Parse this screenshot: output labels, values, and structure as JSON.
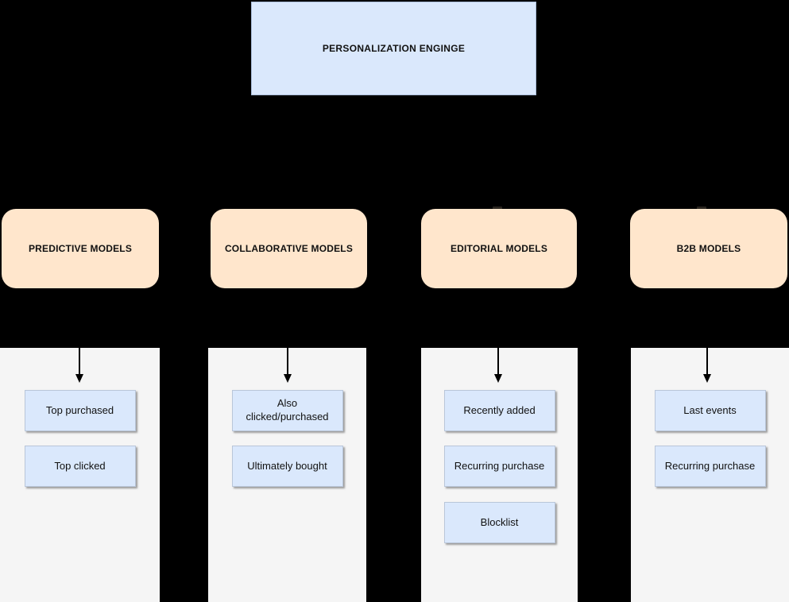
{
  "diagram": {
    "root": {
      "label": "PERSONALIZATION ENGINGE"
    },
    "columns": [
      {
        "title": "PREDICTIVE MODELS",
        "items": [
          "Top purchased",
          "Top clicked"
        ]
      },
      {
        "title": "COLLABORATIVE MODELS",
        "items": [
          "Also clicked/purchased",
          "Ultimately bought"
        ]
      },
      {
        "title": "EDITORIAL MODELS",
        "items": [
          "Recently added",
          "Recurring purchase",
          "Blocklist"
        ]
      },
      {
        "title": "B2B MODELS",
        "items": [
          "Last events",
          "Recurring purchase"
        ]
      }
    ],
    "colors": {
      "background": "#000000",
      "root_fill": "#dae8fc",
      "root_border": "#a9bdd9",
      "category_fill": "#ffe6cc",
      "item_fill": "#dae8fc",
      "item_border": "#b9c6d9",
      "panel_fill": "#f5f5f5",
      "arrow": "#000000",
      "text": "#111111"
    }
  }
}
